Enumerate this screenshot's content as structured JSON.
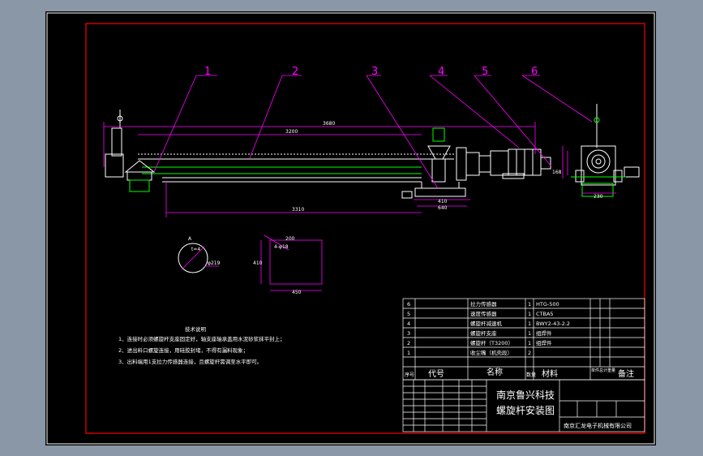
{
  "balloons": [
    "1",
    "2",
    "3",
    "4",
    "5",
    "6"
  ],
  "dimensions": {
    "overall_length": "3680",
    "inner_length": "3200",
    "bottom_length": "3310",
    "support_width": "410",
    "support_span": "640",
    "right_view_width": "230",
    "pipe_dia": "φ219",
    "pipe_wall": "t=4",
    "flange_width": "200",
    "flange_height": "410",
    "flange_bottom": "450",
    "flange_note": "4-φ18",
    "small_vert": "168",
    "label_a": "A"
  },
  "notes": {
    "title": "技术说明",
    "items": [
      "1、连接时必须螺旋杆支座固定好，轴支座轴承盖用水泥砂浆抹平封上；",
      "2、进出料口螺旋连接，用硅胶封堵，不得有漏料现象；",
      "3、出料端用1支拉力传感器连接，且螺旋杆需调至水平即可。"
    ]
  },
  "bom": {
    "rows": [
      {
        "no": "6",
        "name": "拉力传感器",
        "qty": "1",
        "code": "HTG-500"
      },
      {
        "no": "5",
        "name": "速度传感器",
        "qty": "1",
        "code": "CTBA5"
      },
      {
        "no": "4",
        "name": "螺旋杆减速机",
        "qty": "1",
        "code": "BWY2-43-2.2"
      },
      {
        "no": "3",
        "name": "螺旋杆支座",
        "qty": "1",
        "code": "组焊件"
      },
      {
        "no": "2",
        "name": "螺旋杆（T3200）",
        "qty": "1",
        "code": "组焊件"
      },
      {
        "no": "1",
        "name": "收尘嘴（机壳段）",
        "qty": "2",
        "code": ""
      }
    ],
    "header": {
      "no": "序号",
      "code": "代号",
      "name": "名称",
      "qty": "数量",
      "material": "材料",
      "weight": "单件总计重量",
      "remark": "备注"
    }
  },
  "titleblock": {
    "company_top": "南京鲁兴科技",
    "drawing_name": "螺旋杆安装图",
    "company_bottom": "南京汇龙电子机械有限公司"
  },
  "colors": {
    "bg": "#000000",
    "frame": "#ff0000",
    "dimension": "#ff00ff",
    "part": "#ffffff",
    "accent": "#00ff00"
  }
}
